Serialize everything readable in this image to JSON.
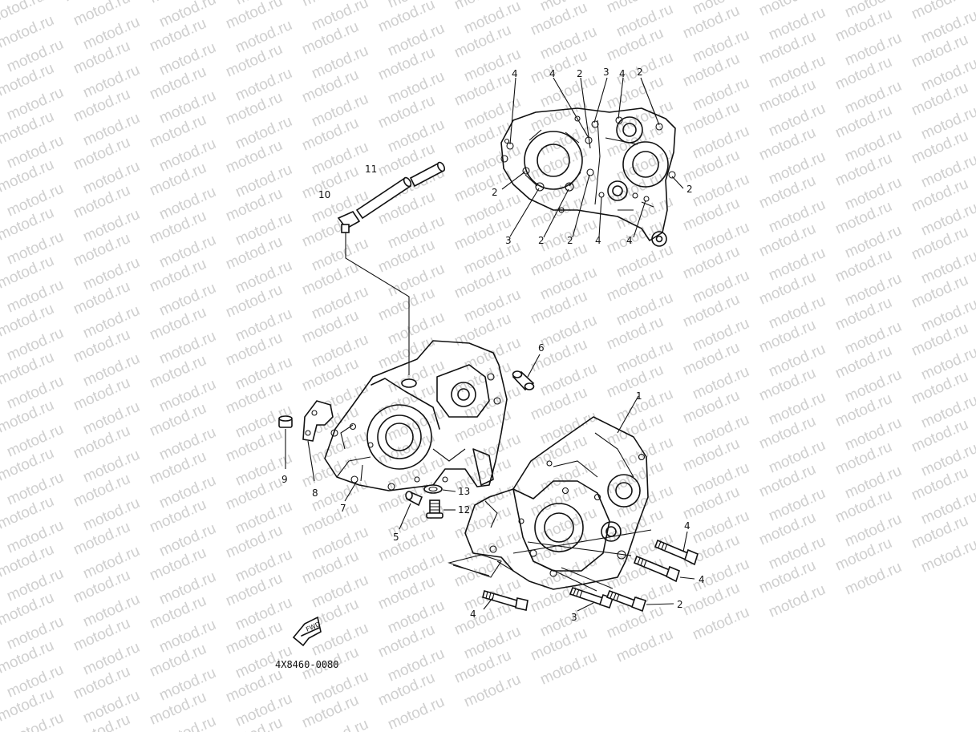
{
  "watermark": {
    "text": "motod.ru"
  },
  "diagram": {
    "part_code": "4X8460-0080",
    "fwd_label": "FWD"
  },
  "callouts": {
    "c1": "1",
    "c5": "5",
    "c6": "6",
    "c7": "7",
    "c8": "8",
    "c9": "9",
    "c10": "10",
    "c11": "11",
    "c12": "12",
    "c13": "13",
    "b4a": "4",
    "b4b": "4",
    "b2": "2",
    "b3": "3",
    "b4c": "4",
    "t4a": "4",
    "t4b": "4",
    "t2a": "2",
    "t3a": "3",
    "t4c": "4",
    "t2b": "2",
    "t2c": "2",
    "t2d": "2",
    "t3b": "3",
    "t2e": "2",
    "t2f": "2",
    "t4d": "4",
    "t4e": "4"
  }
}
